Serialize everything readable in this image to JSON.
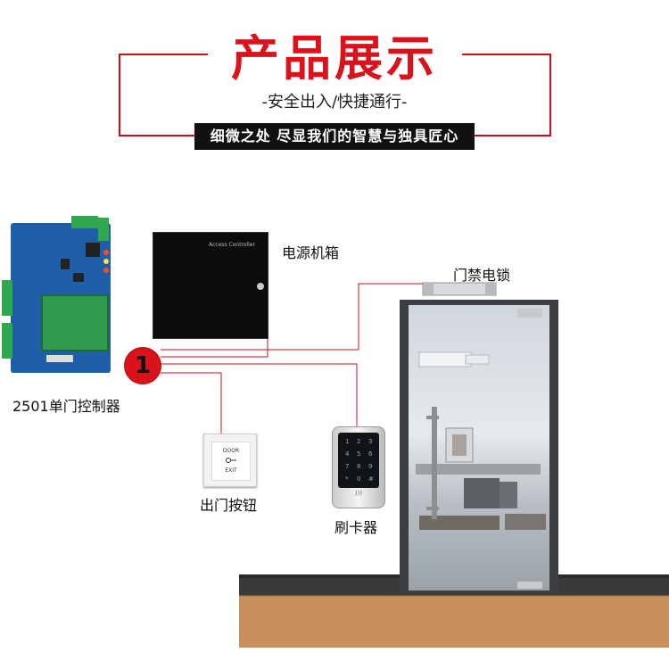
{
  "header": {
    "title": "产品展示",
    "subtitle": "-安全出入/快捷通行-",
    "banner": "细微之处 尽显我们的智慧与独具匠心"
  },
  "labels": {
    "power_box": "电源机箱",
    "door_lock": "门禁电锁",
    "controller": "2501单门控制器",
    "exit_button": "出门按钮",
    "card_reader": "刷卡器"
  },
  "badge": {
    "number": "1"
  },
  "devices": {
    "power_box_print": "Access Controller",
    "exit_button_top": "DOOR",
    "exit_button_bottom": "EXIT",
    "reader_keys": [
      "1",
      "2",
      "3",
      "4",
      "5",
      "6",
      "7",
      "8",
      "9",
      "*",
      "0",
      "#"
    ]
  },
  "colors": {
    "accent": "#d9121c",
    "banner": "#111111",
    "floor": "#c8905a",
    "wall_band": "#3a3a3a"
  },
  "icons": {
    "reader_rf": "rfid-icon",
    "exit_key": "key-icon"
  }
}
